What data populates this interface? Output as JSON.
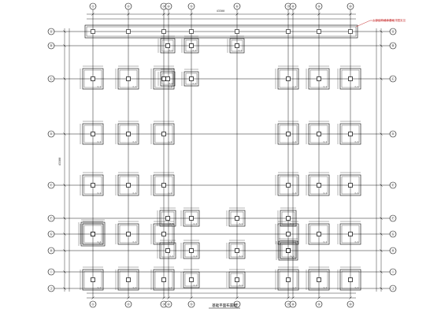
{
  "grid": {
    "x_axes": [
      "①",
      "②",
      "③",
      "④",
      "⑤",
      "⑥",
      "⑦",
      "⑧",
      "⑨",
      "⑩"
    ],
    "y_axes": [
      "Ⓐ",
      "Ⓑ",
      "Ⓒ",
      "Ⓓ",
      "Ⓔ",
      "Ⓕ",
      "Ⓖ",
      "Ⓗ",
      "Ⓘ",
      "Ⓙ"
    ]
  },
  "drawing": {
    "title": "基础平面布置图",
    "top_note": "上部结构墙体基础详图另见",
    "dimension_text": "43300",
    "left_dimension_text": "43300",
    "pile_tag": "J-1",
    "colors": {
      "line": "#000000",
      "grid": "#000000",
      "note": "#c62828"
    }
  }
}
